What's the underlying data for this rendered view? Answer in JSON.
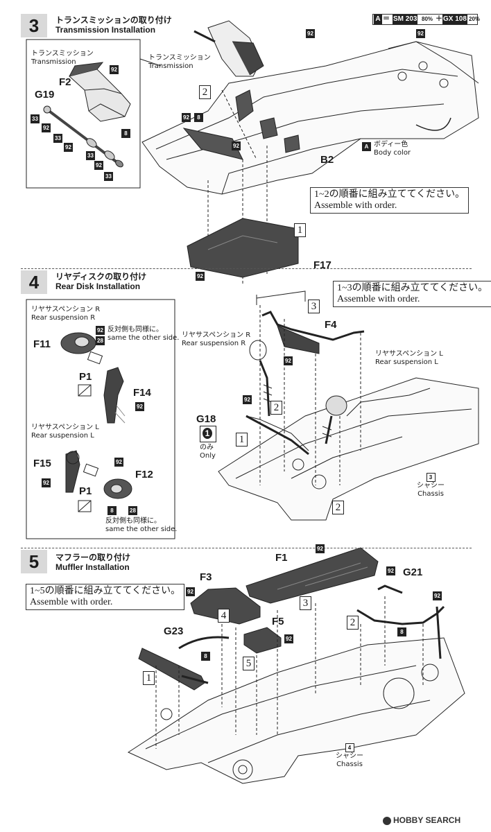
{
  "header": {
    "paint_key": "A",
    "paint_eq": "＝",
    "paint1": "SM 203",
    "paint1_pct": "80%",
    "plus": "＋",
    "paint2": "GX 108",
    "paint2_pct": "20%"
  },
  "step3": {
    "number": "3",
    "title_jp": "トランスミッションの取り付け",
    "title_en": "Transmission Installation",
    "inset_label_jp": "トランスミッション",
    "inset_label_en": "Transmission",
    "callout_jp": "トランスミッション",
    "callout_en": "Transmission",
    "parts": {
      "f2": "F2",
      "g19": "G19",
      "b2": "B2",
      "f17": "F17"
    },
    "body_color_key": "A",
    "body_color_jp": "ボディー色",
    "body_color_en": "Body color",
    "order_jp": "1~2の順番に組み立ててください。",
    "order_en": "Assemble with order."
  },
  "step4": {
    "number": "4",
    "title_jp": "リヤディスクの取り付け",
    "title_en": "Rear Disk Installation",
    "susp_r_jp": "リヤサスペンション R",
    "susp_r_en": "Rear suspension R",
    "susp_l_jp": "リヤサスペンション L",
    "susp_l_en": "Rear suspension L",
    "other_side_jp": "反対側も同様に。",
    "other_side_en": "same the other side.",
    "parts": {
      "f11": "F11",
      "p1": "P1",
      "f14": "F14",
      "f15": "F15",
      "f12": "F12",
      "f4": "F4",
      "g18": "G18"
    },
    "only_jp": "のみ",
    "only_en": "Only",
    "only_num": "1",
    "chassis_num": "3",
    "chassis_jp": "シャシー",
    "chassis_en": "Chassis",
    "order_jp": "1~3の順番に組み立ててください。",
    "order_en": "Assemble with order."
  },
  "step5": {
    "number": "5",
    "title_jp": "マフラーの取り付け",
    "title_en": "Muffler Installation",
    "parts": {
      "f1": "F1",
      "f3": "F3",
      "f5": "F5",
      "g21": "G21",
      "g23": "G23"
    },
    "order_jp": "1~5の順番に組み立ててください。",
    "order_en": "Assemble with order.",
    "chassis_num": "4",
    "chassis_jp": "シャシー",
    "chassis_en": "Chassis"
  },
  "tags": {
    "t92": "92",
    "t8": "8",
    "t33": "33",
    "t28": "28",
    "t1": "1",
    "t2": "2",
    "t3": "3",
    "t4": "4",
    "t5": "5"
  },
  "watermark": "HOBBY SEARCH"
}
